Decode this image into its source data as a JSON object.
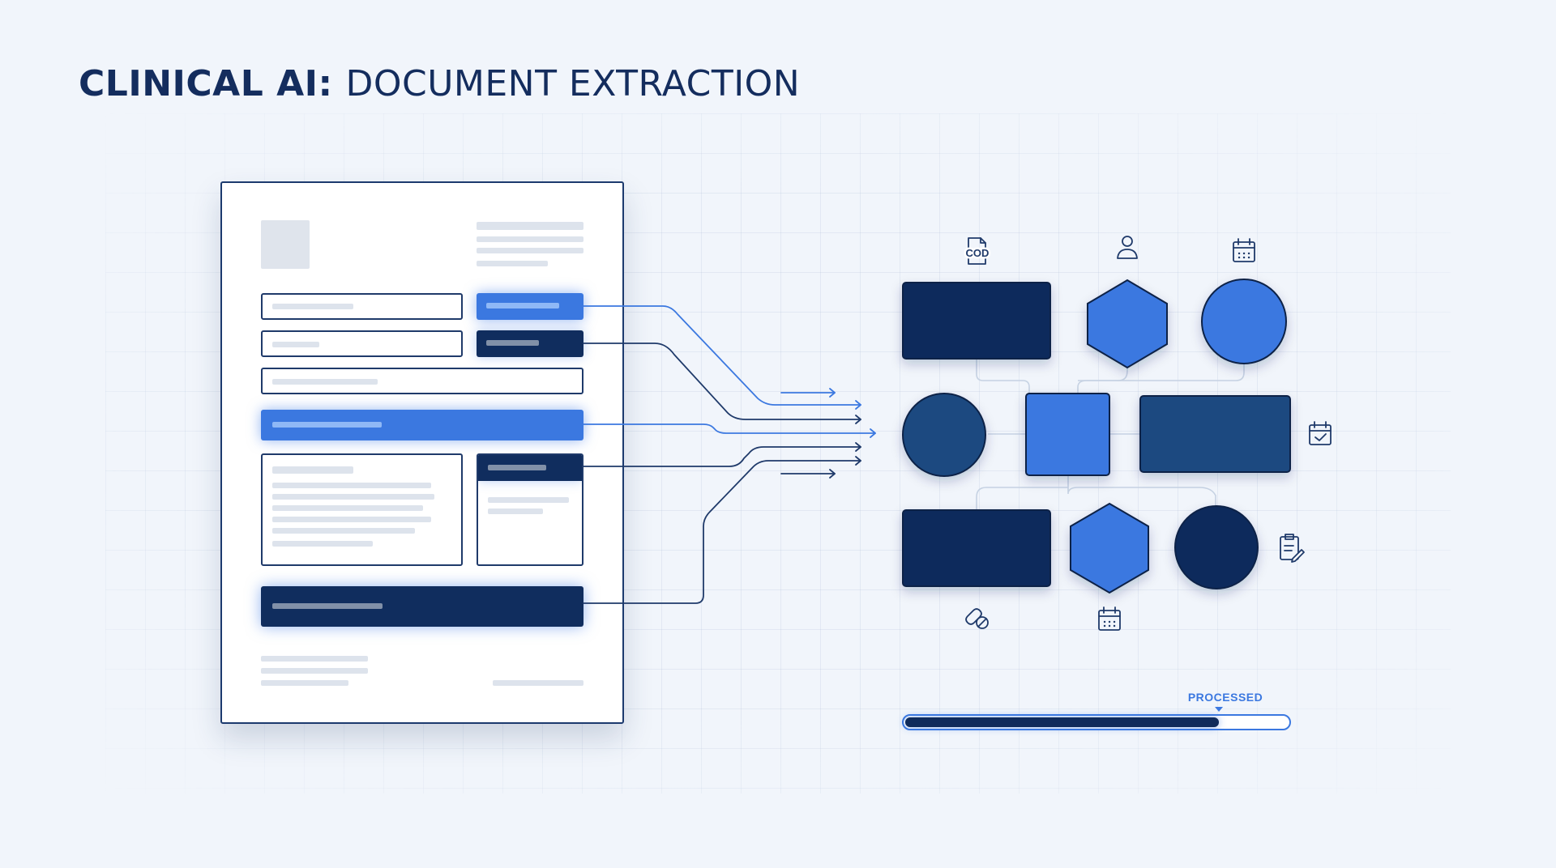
{
  "title": {
    "strong": "CLINICAL AI:",
    "light": "DOCUMENT EXTRACTION"
  },
  "progress": {
    "label": "PROCESSED",
    "fraction": 0.82
  },
  "icons": {
    "cod_file": "cod-file-icon",
    "person": "person-icon",
    "calendar": "calendar-icon",
    "calendar_check": "calendar-check-icon",
    "clipboard_edit": "clipboard-edit-icon",
    "pill": "pill-icon",
    "cod_text": "COD"
  },
  "colors": {
    "navy": "#0f2b5b",
    "mid_navy": "#1a4a80",
    "blue": "#3b78e0",
    "connector": "#1f3a6a",
    "accent_text": "#3b78e0"
  }
}
